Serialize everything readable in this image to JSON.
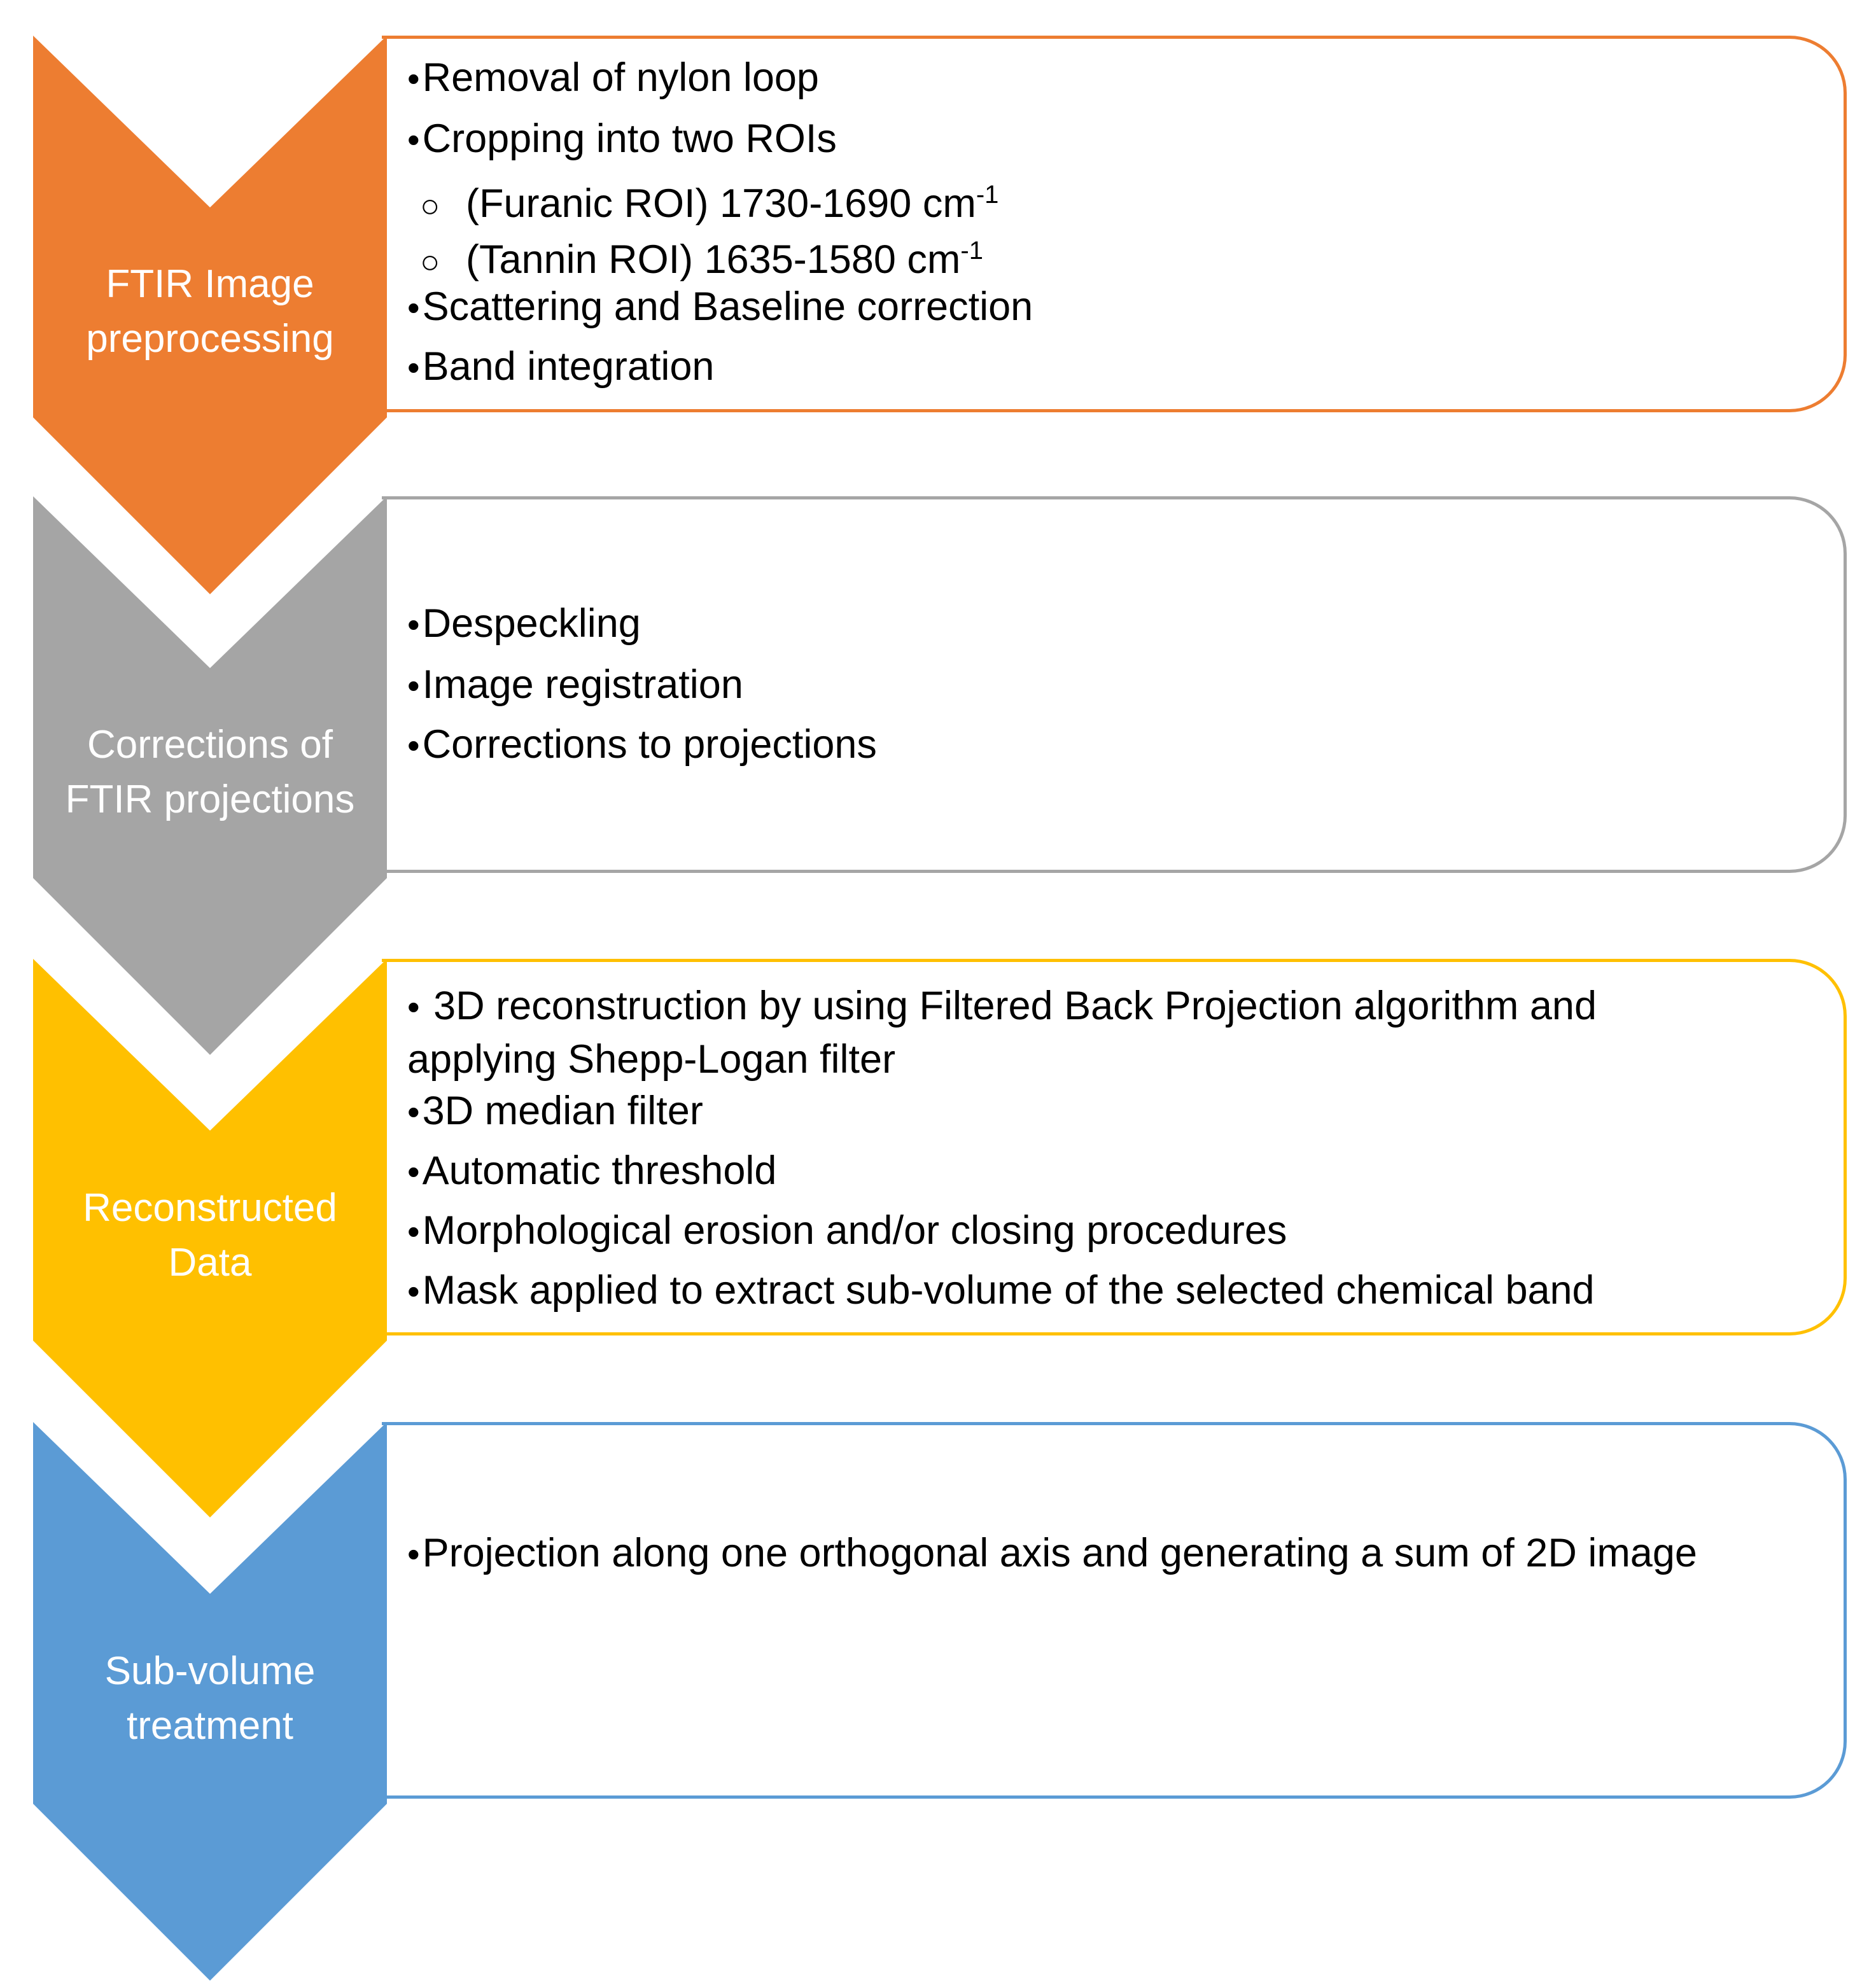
{
  "colors": {
    "step1": "#ED7D31",
    "step2": "#A5A5A5",
    "step3": "#FFC000",
    "step4": "#5B9BD5"
  },
  "steps": [
    {
      "label_lines": [
        "FTIR Image",
        "preprocessing"
      ],
      "items": [
        "Removal of nylon loop",
        "Cropping into two ROIs"
      ],
      "sub_items": [
        {
          "text": "(Furanic ROI) 1730-1690 cm",
          "sup": "-1"
        },
        {
          "text": "(Tannin ROI) 1635-1580 cm",
          "sup": "-1"
        }
      ],
      "items_after": [
        "Scattering and Baseline correction",
        "Band integration"
      ]
    },
    {
      "label_lines": [
        "Corrections of",
        "FTIR projections"
      ],
      "items": [
        "Despeckling",
        "Image registration",
        "Corrections to projections"
      ]
    },
    {
      "label_lines": [
        "Reconstructed",
        "Data"
      ],
      "items": [
        " 3D reconstruction by using Filtered Back Projection algorithm and applying Shepp-Logan filter",
        "3D median filter",
        "Automatic threshold",
        "Morphological erosion and/or closing procedures",
        "Mask applied to extract sub-volume of the selected chemical band"
      ]
    },
    {
      "label_lines": [
        "Sub-volume",
        "treatment"
      ],
      "items": [
        "Projection along one orthogonal axis and generating a sum of 2D image"
      ]
    }
  ]
}
